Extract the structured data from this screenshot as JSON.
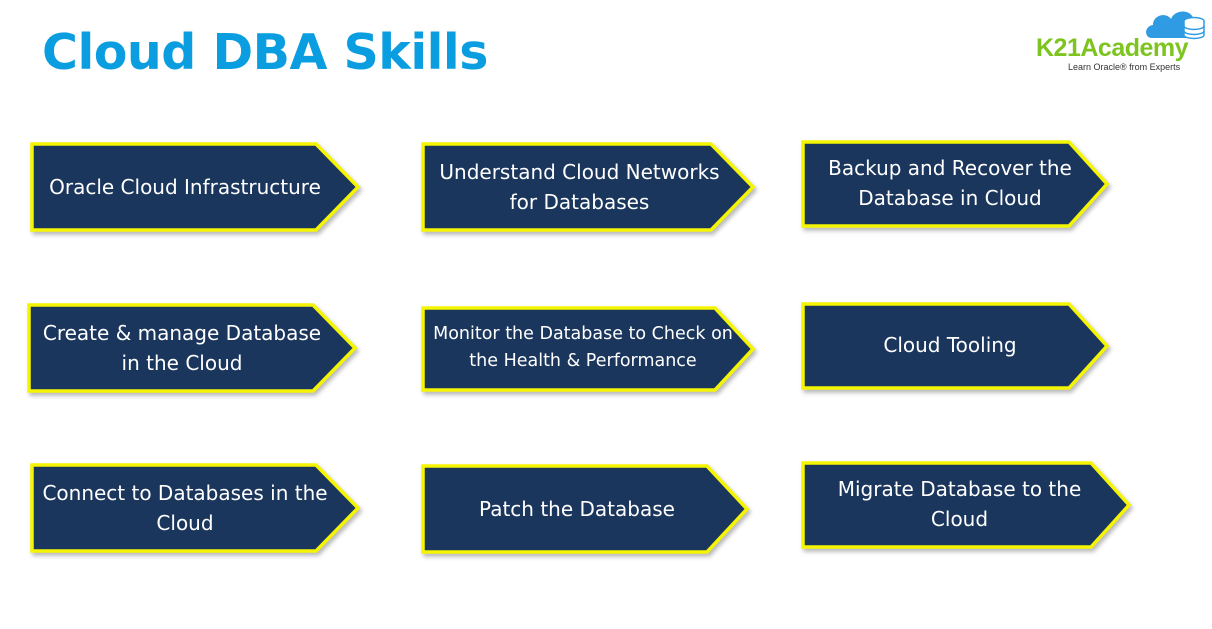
{
  "title": "Cloud DBA Skills",
  "logo": {
    "brand": "K21Academy",
    "tagline": "Learn Oracle® from Experts",
    "icon": "cloud-database-icon"
  },
  "colors": {
    "title": "#0a9ee0",
    "chevron_fill": "#1b365d",
    "chevron_border": "#f5f500",
    "brand": "#7dc41f",
    "cloud": "#2f9be3"
  },
  "skills": [
    {
      "label": "Oracle Cloud Infrastructure"
    },
    {
      "label": "Understand Cloud Networks for Databases"
    },
    {
      "label": "Backup and Recover the Database in Cloud"
    },
    {
      "label": "Create & manage Database in the Cloud"
    },
    {
      "label": "Monitor the Database to Check on the Health & Performance"
    },
    {
      "label": "Cloud Tooling"
    },
    {
      "label": "Connect to Databases in the Cloud"
    },
    {
      "label": "Patch the Database"
    },
    {
      "label": "Migrate Database to the Cloud"
    }
  ]
}
